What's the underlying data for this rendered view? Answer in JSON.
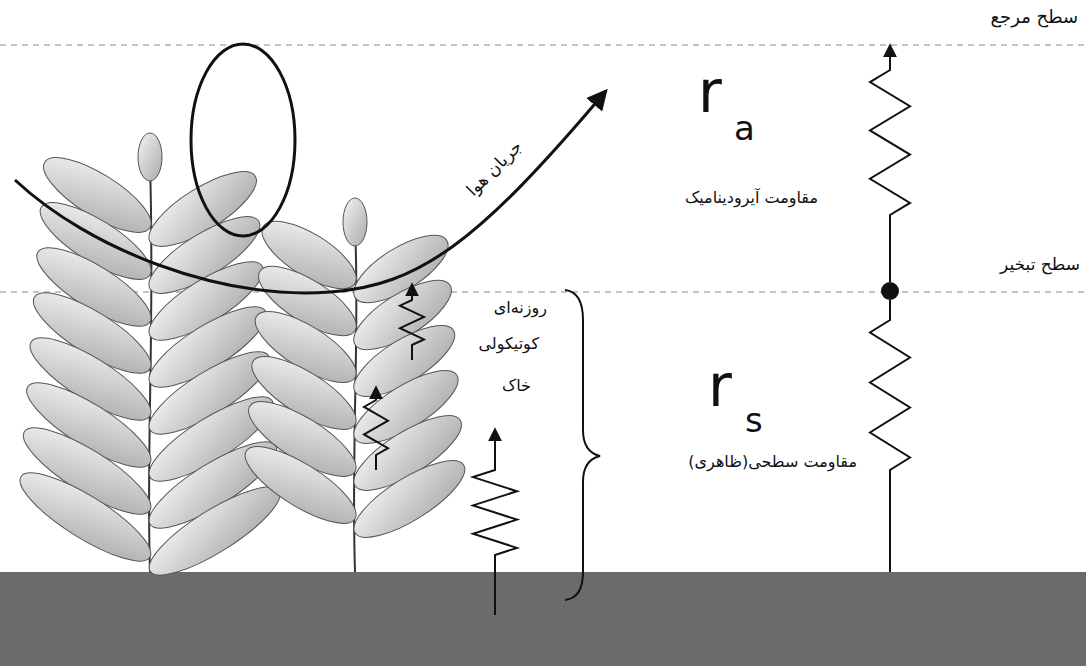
{
  "diagram": {
    "labels": [
      "سطح مرجع",
      "r",
      "a",
      "جریان هوا",
      "مقاومت آیرودینامیک",
      "سطح تبخیر",
      "روزنه‌ای",
      "کوتیکولی",
      "خاک",
      "r",
      "s",
      "مقاومت سطحی(ظاهری)"
    ]
  }
}
